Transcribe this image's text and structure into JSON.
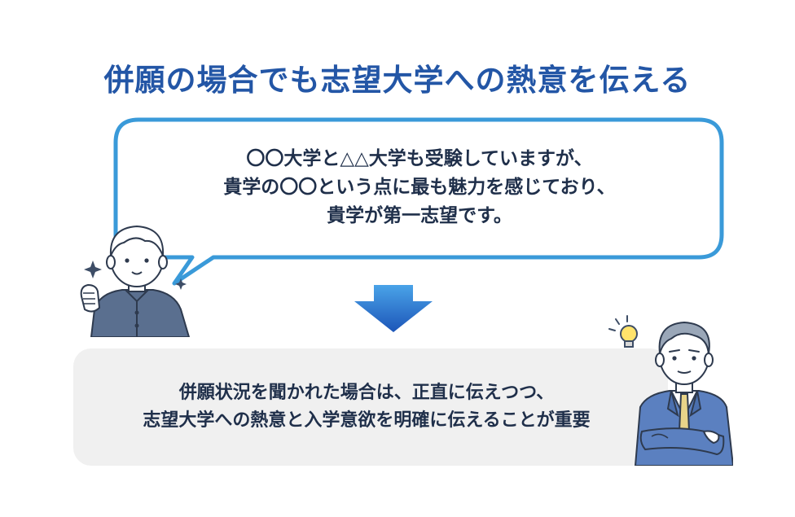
{
  "title": "併願の場合でも志望大学への熱意を伝える",
  "speech": {
    "line1": "〇〇大学と△△大学も受験していますが、",
    "line2": "貴学の〇〇という点に最も魅力を感じており、",
    "line3": "貴学が第一志望です。"
  },
  "summary": {
    "line1": "併願状況を聞かれた場合は、正直に伝えつつ、",
    "line2": "志望大学への熱意と入学意欲を明確に伝えることが重要"
  },
  "colors": {
    "title": "#2356a6",
    "bubble_border": "#3a9ad9",
    "arrow_top": "#4aa3e8",
    "arrow_bottom": "#1c55b8",
    "summary_bg": "#f0f0f0",
    "text": "#1f2f4a"
  },
  "icons": {
    "arrow": "down-arrow-icon",
    "student": "student-illustration",
    "teacher": "teacher-illustration",
    "sparkle": "sparkle-icon",
    "lightbulb": "lightbulb-icon"
  }
}
